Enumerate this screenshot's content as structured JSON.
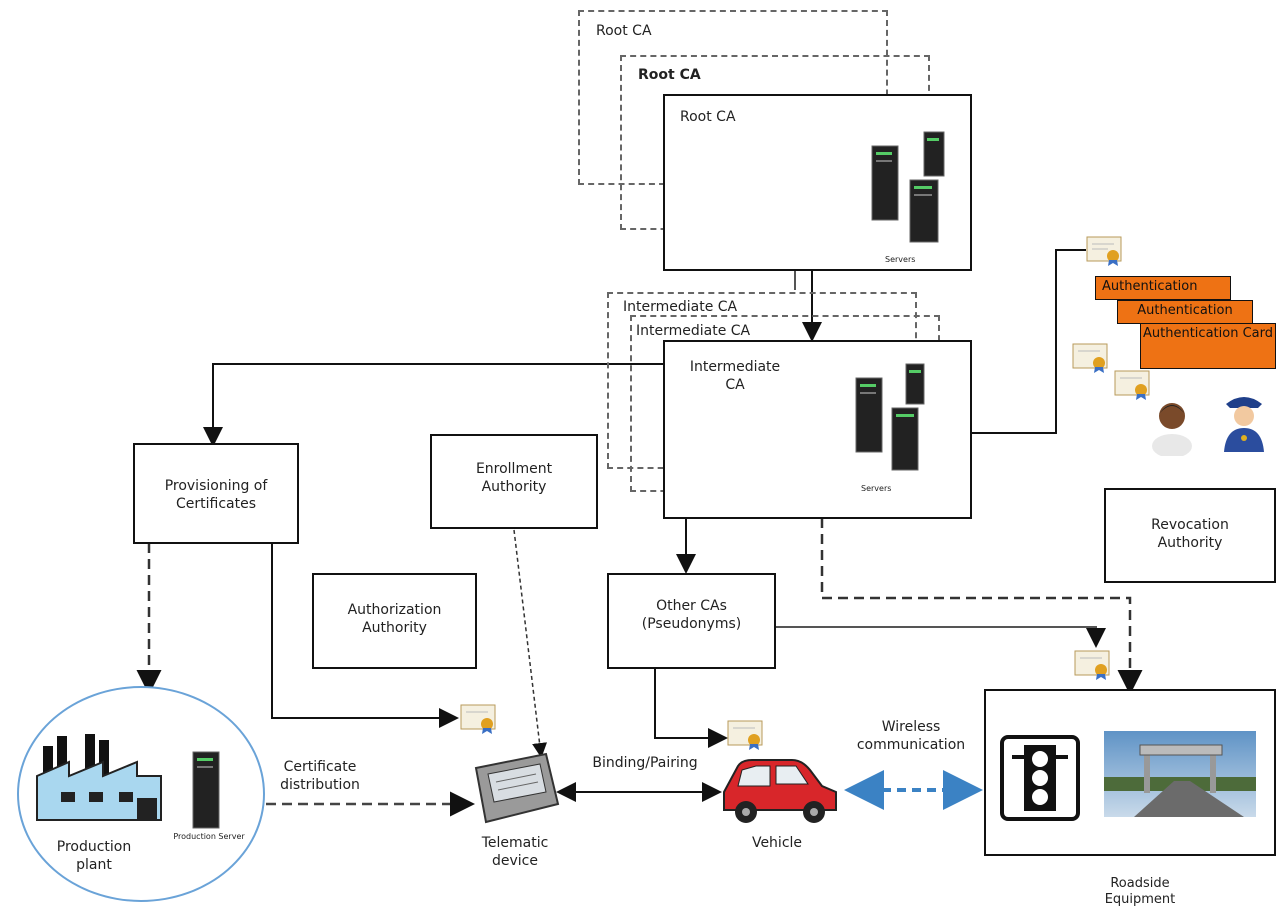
{
  "root_ca": {
    "labels": [
      "Root CA",
      "Root CA",
      "Root CA"
    ],
    "servers": "Servers"
  },
  "intermediate_ca": {
    "labels": [
      "Intermediate CA",
      "Intermediate CA",
      "Intermediate CA"
    ],
    "servers": "Servers"
  },
  "authentication_cards": [
    "Authentication",
    "Authentication",
    "Authentication Card"
  ],
  "provisioning": "Provisioning of Certificates",
  "enrollment": "Enrollment Authority",
  "authorization": "Authorization Authority",
  "other_cas": "Other CAs (Pseudonyms)",
  "revocation": "Revocation Authority",
  "production_plant": "Production plant",
  "production_server": "Production Server",
  "certificate_distribution": "Certificate distribution",
  "telematic_device": "Telematic device",
  "binding_pairing": "Binding/Pairing",
  "vehicle": "Vehicle",
  "wireless": "Wireless communication",
  "roadside": "Roadside Equipment"
}
